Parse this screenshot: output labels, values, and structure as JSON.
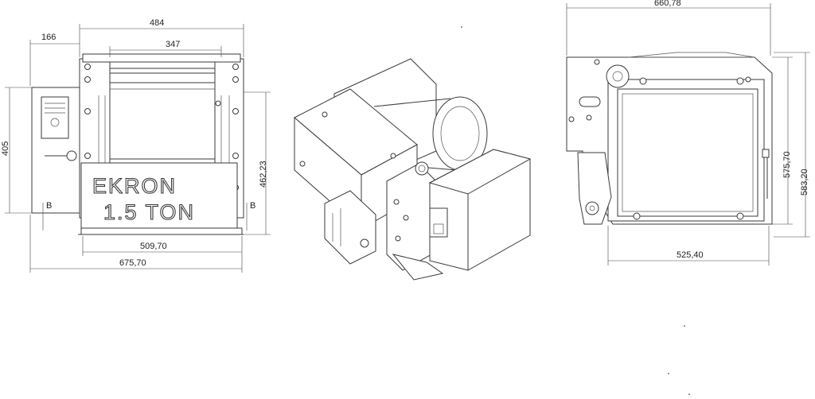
{
  "front_view": {
    "dims": {
      "width_top": "484",
      "drum_width": "347",
      "left_offset": "166",
      "height_left": "405",
      "height_right": "462,23",
      "base_inner": "509,70",
      "base_overall": "675,70",
      "section_mark_left": "B",
      "section_mark_right": "B"
    },
    "brand": "EKRON",
    "capacity": "1.5 TON"
  },
  "side_view": {
    "dims": {
      "width_top": "660,78",
      "height_inner": "575,70",
      "height_outer": "583,20",
      "base_width": "525,40"
    }
  },
  "colors": {
    "line": "#3a3a3a",
    "background": "#ffffff"
  }
}
